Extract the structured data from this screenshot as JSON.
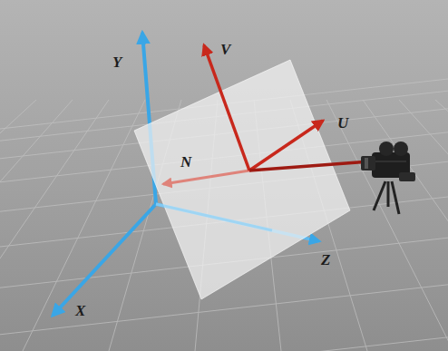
{
  "diagram": {
    "labels": [
      "Y",
      "V",
      "U",
      "N",
      "Z",
      "X"
    ]
  }
}
